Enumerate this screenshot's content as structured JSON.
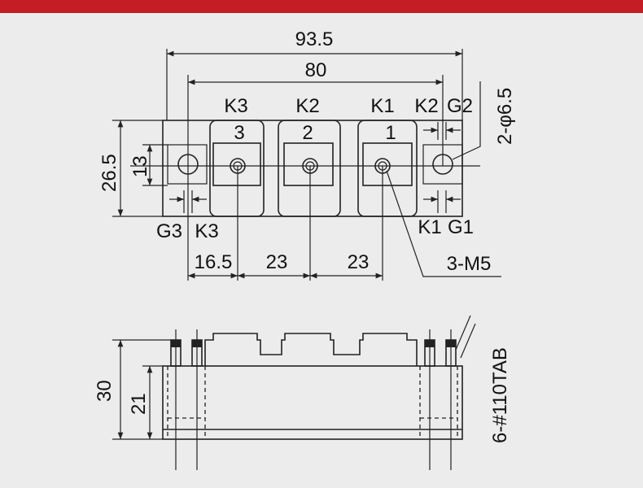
{
  "banner": {
    "color": "#c41e24"
  },
  "colors": {
    "background": "#ececec",
    "line": "#222222"
  },
  "top_view": {
    "dim_overall": "93.5",
    "dim_mount": "80",
    "dim_height": "26.5",
    "dim_inner": "13",
    "hole_spec": "2-φ6.5",
    "thread_spec": "3-M5",
    "pitch_first": "16.5",
    "pitch_second": "23",
    "pitch_third": "23",
    "terminal_numbers": [
      "3",
      "2",
      "1"
    ],
    "top_labels": [
      "K3",
      "K2",
      "K1",
      "K2",
      "G2"
    ],
    "bottom_labels": [
      "G3",
      "K3",
      "K1",
      "G1"
    ]
  },
  "side_view": {
    "dim_total_height": "30",
    "dim_body_height": "21",
    "tab_spec": "6-#110TAB"
  }
}
